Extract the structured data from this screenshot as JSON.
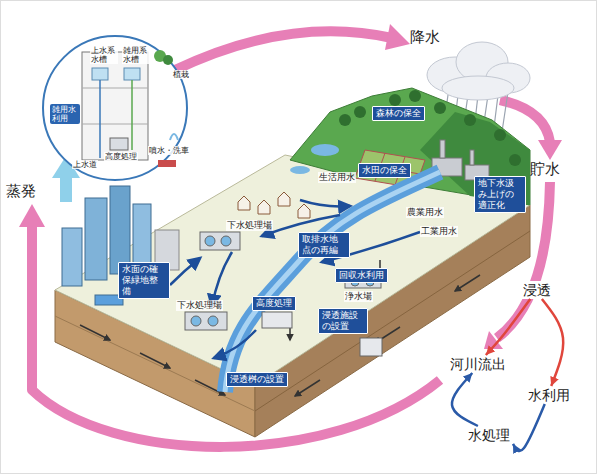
{
  "diagram": {
    "nodes": [
      {
        "text": [
          "森林の保全"
        ]
      },
      {
        "text": [
          "水田の保全"
        ]
      },
      {
        "text": [
          "地下水汲み上げの適正化"
        ]
      },
      {
        "text": [
          "取排水地点の再編"
        ]
      },
      {
        "text": [
          "水面の確保緑地整備"
        ]
      },
      {
        "text": [
          "回収水利用"
        ]
      },
      {
        "text": [
          "浸透"
        ]
      },
      {
        "text": [
          "高度処理"
        ]
      },
      {
        "text": [
          "浸透施設の設置"
        ]
      },
      {
        "text": [
          "河川流出"
        ]
      },
      {
        "text": [
          "浸透桝の設置"
        ]
      },
      {
        "text": [
          "水利用"
        ]
      },
      {
        "text": [
          "水処理"
        ]
      }
    ],
    "edges": [
      {
        "from": 6,
        "to": 9,
        "arrow": "to"
      },
      {
        "from": 6,
        "to": 11,
        "arrow": "to"
      },
      {
        "from": 11,
        "to": 12,
        "arrow": "to"
      },
      {
        "from": 12,
        "to": 9,
        "arrow": "to"
      }
    ],
    "labels": [
      "降水",
      "蒸発",
      "上水系水槽",
      "雑用系水槽",
      "植栽",
      "雑用水利用",
      "上水道",
      "高度処理",
      "噴水・洗車",
      "生活用水",
      "貯水",
      "農業用水",
      "下水処理場",
      "工業用水",
      "浄水場",
      "下水処理場"
    ]
  }
}
